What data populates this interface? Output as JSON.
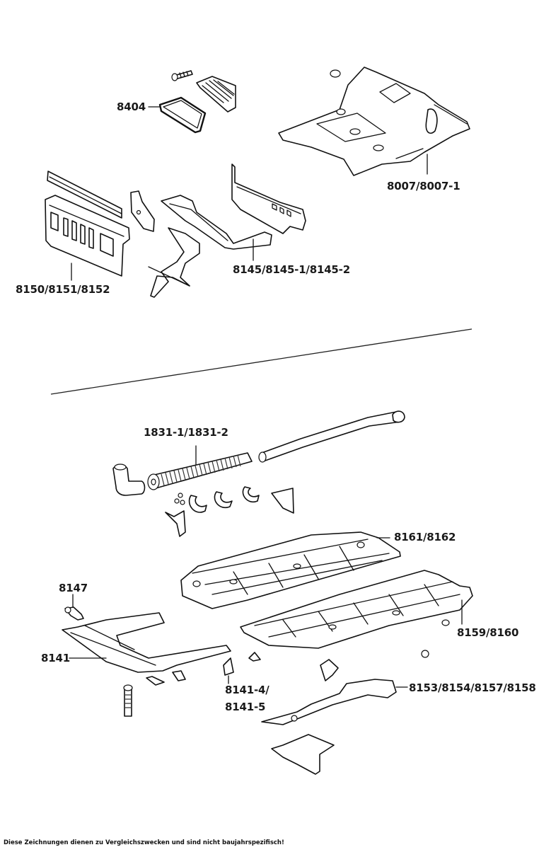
{
  "diagram": {
    "title": "Floor panel / underbody parts exploded view",
    "labels": {
      "p8404": "8404",
      "p8007": "8007/8007-1",
      "p8150": "8150/8151/8152",
      "p8145": "8145/8145-1/8145-2",
      "p1831": "1831-1/1831-2",
      "p8161": "8161/8162",
      "p8147": "8147",
      "p8159": "8159/8160",
      "p8141": "8141",
      "p8141_4": "8141-4/",
      "p8141_5": "8141-5",
      "p8153": "8153/8154/8157/8158"
    },
    "footer": "Diese Zeichnungen dienen zu Vergleichszwecken und sind nicht baujahrspezifisch!"
  }
}
